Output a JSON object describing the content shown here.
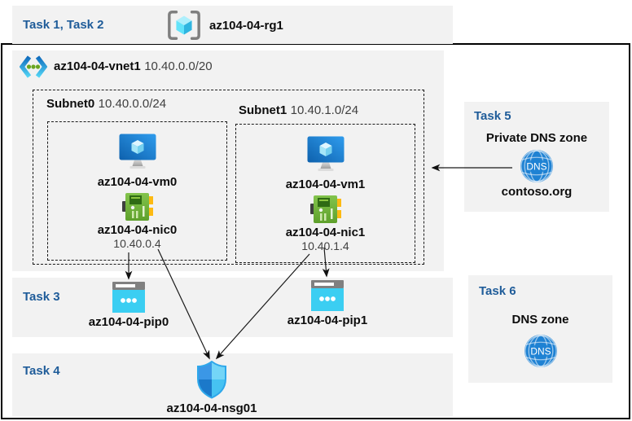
{
  "header": {
    "tasks_label": "Task 1, Task 2",
    "resource_group_name": "az104-04-rg1"
  },
  "vnet": {
    "name": "az104-04-vnet1",
    "cidr": "10.40.0.0/20"
  },
  "subnets": [
    {
      "name": "Subnet0",
      "cidr": "10.40.0.0/24",
      "vm_name": "az104-04-vm0",
      "nic_name": "az104-04-nic0",
      "nic_ip": "10.40.0.4"
    },
    {
      "name": "Subnet1",
      "cidr": "10.40.1.0/24",
      "vm_name": "az104-04-vm1",
      "nic_name": "az104-04-nic1",
      "nic_ip": "10.40.1.4"
    }
  ],
  "task3": {
    "label": "Task 3",
    "pips": [
      {
        "name": "az104-04-pip0"
      },
      {
        "name": "az104-04-pip1"
      }
    ]
  },
  "task4": {
    "label": "Task 4",
    "nsg_name": "az104-04-nsg01"
  },
  "task5": {
    "label": "Task 5",
    "title": "Private DNS zone",
    "zone_name": "contoso.org"
  },
  "task6": {
    "label": "Task 6",
    "title": "DNS zone"
  },
  "icons": {
    "dns_label": "DNS",
    "names": [
      "resource-group-icon",
      "virtual-network-icon",
      "virtual-machine-icon",
      "network-interface-icon",
      "public-ip-icon",
      "network-security-group-shield-icon",
      "dns-globe-icon"
    ]
  },
  "connections": [
    {
      "from": "az104-04-nic0",
      "to": "az104-04-pip0"
    },
    {
      "from": "az104-04-nic0",
      "to": "az104-04-nsg01"
    },
    {
      "from": "az104-04-nic1",
      "to": "az104-04-pip1"
    },
    {
      "from": "az104-04-nic1",
      "to": "az104-04-nsg01"
    },
    {
      "from": "contoso.org",
      "to": "az104-04-vnet1"
    }
  ],
  "colors": {
    "task_label": "#1f5c99",
    "panel_bg": "#f2f2f2",
    "border": "#000000",
    "arrow": "#1a1a1a",
    "dns_blue": "#1f82d3",
    "pip_cyan": "#3bcef2",
    "nic_green": "#6db53a",
    "vm_blue": "#1b7fd4",
    "shield_blue": "#46c2f2"
  }
}
